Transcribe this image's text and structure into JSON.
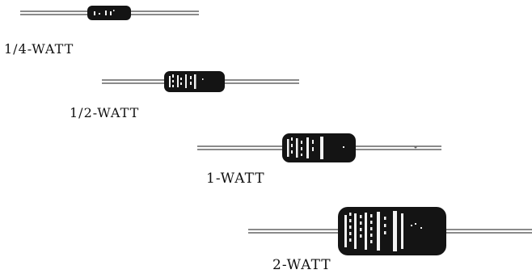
{
  "figure": {
    "resistors": [
      {
        "id": "quarter-watt",
        "label": "1/4-WATT"
      },
      {
        "id": "half-watt",
        "label": "1/2-WATT"
      },
      {
        "id": "one-watt",
        "label": "1-WATT"
      },
      {
        "id": "two-watt",
        "label": "2-WATT"
      }
    ],
    "colors": {
      "body": "#141414",
      "lead": "#444444",
      "marking": "#f2f2f2",
      "background": "#ffffff"
    }
  }
}
